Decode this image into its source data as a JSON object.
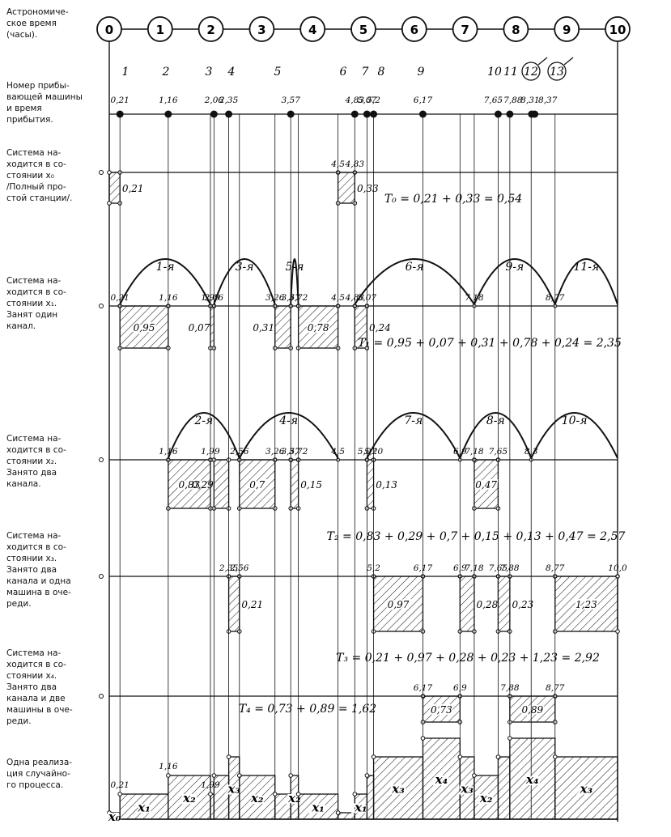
{
  "diagram": {
    "row_labels": [
      "Астрономиче-\nское время\n(часы).",
      "Номер прибы-\nвающей машины\nи время\nприбытия.",
      "Система на-\nходится в со-\nстоянии x₀\n/Полный про-\nстой станции/.",
      "Система на-\nходится в со-\nстоянии x₁.\nЗанят один\nканал.",
      "Система на-\nходится в со-\nстоянии x₂.\nЗанято два\nканала.",
      "Система на-\nходится в со-\nстоянии x₃.\nЗанято два\nканала и одна\nмашина в оче-\nреди.",
      "Система на-\nходится в со-\nстоянии x₄.\nЗанято два\nканала и две\nмашины в оче-\nреди.",
      "Одна реализа-\nция случайно-\nго процесса."
    ],
    "hours": [
      "0",
      "1",
      "2",
      "3",
      "4",
      "5",
      "6",
      "7",
      "8",
      "9",
      "10"
    ],
    "car_numbers": [
      "1",
      "2",
      "3",
      "4",
      "5",
      "6",
      "7",
      "8",
      "9",
      "10",
      "11",
      "12",
      "13"
    ],
    "arrival_times": [
      "0,21",
      "1,16",
      "2,06",
      "2,35",
      "3,57",
      "4,83",
      "5,07",
      "5,2",
      "6,17",
      "7,65",
      "7,88",
      "8,31",
      "8,37"
    ],
    "x0": {
      "time_labels": [
        "4,5",
        "4,83"
      ],
      "boxes": [
        {
          "start": 0.0,
          "end": 0.21,
          "label": "0,21"
        },
        {
          "start": 4.5,
          "end": 4.83,
          "label": "0,33"
        }
      ],
      "formula": "T₀ = 0,21 + 0,33 = 0,54"
    },
    "x1": {
      "time_labels": [
        "0,21",
        "1,16",
        "1,99",
        "2,06",
        "3,26",
        "3,57",
        "3,72",
        "4,5",
        "4,83",
        "5,07",
        "7,18",
        "8,77"
      ],
      "boxes": [
        {
          "start": 0.21,
          "end": 1.16,
          "label": "0,95"
        },
        {
          "start": 1.99,
          "end": 2.06,
          "label": "0,07"
        },
        {
          "start": 3.26,
          "end": 3.57,
          "label": "0,31"
        },
        {
          "start": 3.72,
          "end": 4.5,
          "label": "0,78"
        },
        {
          "start": 4.83,
          "end": 5.07,
          "label": "0,24"
        }
      ],
      "arcs": [
        {
          "start": 0.21,
          "end": 1.99,
          "label": "1-я"
        },
        {
          "start": 2.06,
          "end": 3.26,
          "label": "3-я"
        },
        {
          "start": 3.57,
          "end": 3.72,
          "label": "5-я"
        },
        {
          "start": 4.83,
          "end": 7.18,
          "label": "6-я"
        },
        {
          "start": 7.18,
          "end": 8.77,
          "label": "9-я"
        },
        {
          "start": 8.77,
          "end": 10.0,
          "label": "11-я"
        }
      ],
      "formula": "T₁ = 0,95 + 0,07 + 0,31 + 0,78 + 0,24 = 2,35"
    },
    "x2": {
      "time_labels": [
        "1,16",
        "1,99",
        "2,56",
        "3,26",
        "3,57",
        "3,72",
        "4,5",
        "5,07",
        "5,20",
        "6,9",
        "7,18",
        "7,65",
        "8,3"
      ],
      "boxes": [
        {
          "start": 1.16,
          "end": 1.99,
          "label": "0,83"
        },
        {
          "start": 2.06,
          "end": 2.35,
          "label": "0,29"
        },
        {
          "start": 2.56,
          "end": 3.26,
          "label": "0,7"
        },
        {
          "start": 3.57,
          "end": 3.72,
          "label": "0,15"
        },
        {
          "start": 5.07,
          "end": 5.2,
          "label": "0,13"
        },
        {
          "start": 7.18,
          "end": 7.65,
          "label": "0,47"
        }
      ],
      "arcs": [
        {
          "start": 1.16,
          "end": 2.56,
          "label": "2-я"
        },
        {
          "start": 2.56,
          "end": 4.5,
          "label": "4-я"
        },
        {
          "start": 5.07,
          "end": 6.9,
          "label": "7-я"
        },
        {
          "start": 6.9,
          "end": 8.3,
          "label": "8-я"
        },
        {
          "start": 8.3,
          "end": 10.0,
          "label": "10-я"
        }
      ],
      "formula": "T₂ = 0,83 + 0,29 + 0,7 + 0,15 + 0,13 + 0,47 = 2,57"
    },
    "x3": {
      "time_labels": [
        "2,35",
        "2,56",
        "5,2",
        "6,17",
        "6,9",
        "7,18",
        "7,65",
        "7,88",
        "8,77",
        "10,0"
      ],
      "boxes": [
        {
          "start": 2.35,
          "end": 2.56,
          "label": "0,21"
        },
        {
          "start": 5.2,
          "end": 6.17,
          "label": "0,97"
        },
        {
          "start": 6.9,
          "end": 7.18,
          "label": "0,28"
        },
        {
          "start": 7.65,
          "end": 7.88,
          "label": "0,23"
        },
        {
          "start": 8.77,
          "end": 10.0,
          "label": "1,23"
        }
      ],
      "formula": "T₃ = 0,21 + 0,97 + 0,28 + 0,23 + 1,23 = 2,92"
    },
    "x4": {
      "time_labels": [
        "6,17",
        "6,9",
        "7,88",
        "8,77"
      ],
      "boxes": [
        {
          "start": 6.17,
          "end": 6.9,
          "label": "0,73"
        },
        {
          "start": 7.88,
          "end": 8.77,
          "label": "0,89"
        }
      ],
      "formula": "T₄ = 0,73 + 0,89 = 1,62"
    },
    "realization": {
      "time_labels": [
        "0,21",
        "1,16",
        "1,99"
      ],
      "segments": [
        {
          "start": 0.0,
          "end": 0.21,
          "state": 0,
          "label": "x₀"
        },
        {
          "start": 0.21,
          "end": 1.16,
          "state": 1,
          "label": "x₁"
        },
        {
          "start": 1.16,
          "end": 1.99,
          "state": 2,
          "label": "x₂"
        },
        {
          "start": 1.99,
          "end": 2.06,
          "state": 1,
          "label": ""
        },
        {
          "start": 2.06,
          "end": 2.35,
          "state": 2,
          "label": ""
        },
        {
          "start": 2.35,
          "end": 2.56,
          "state": 3,
          "label": "x₃"
        },
        {
          "start": 2.56,
          "end": 3.26,
          "state": 2,
          "label": "x₂"
        },
        {
          "start": 3.26,
          "end": 3.57,
          "state": 1,
          "label": ""
        },
        {
          "start": 3.57,
          "end": 3.72,
          "state": 2,
          "label": "x₂"
        },
        {
          "start": 3.72,
          "end": 4.5,
          "state": 1,
          "label": "x₁"
        },
        {
          "start": 4.5,
          "end": 4.83,
          "state": 0,
          "label": ""
        },
        {
          "start": 4.83,
          "end": 5.07,
          "state": 1,
          "label": "x₁"
        },
        {
          "start": 5.07,
          "end": 5.2,
          "state": 2,
          "label": ""
        },
        {
          "start": 5.2,
          "end": 6.17,
          "state": 3,
          "label": "x₃"
        },
        {
          "start": 6.17,
          "end": 6.9,
          "state": 4,
          "label": "x₄"
        },
        {
          "start": 6.9,
          "end": 7.18,
          "state": 3,
          "label": "x₃"
        },
        {
          "start": 7.18,
          "end": 7.65,
          "state": 2,
          "label": "x₂"
        },
        {
          "start": 7.65,
          "end": 7.88,
          "state": 3,
          "label": ""
        },
        {
          "start": 7.88,
          "end": 8.77,
          "state": 4,
          "label": "x₄"
        },
        {
          "start": 8.77,
          "end": 10.0,
          "state": 3,
          "label": "x₃"
        }
      ]
    }
  }
}
